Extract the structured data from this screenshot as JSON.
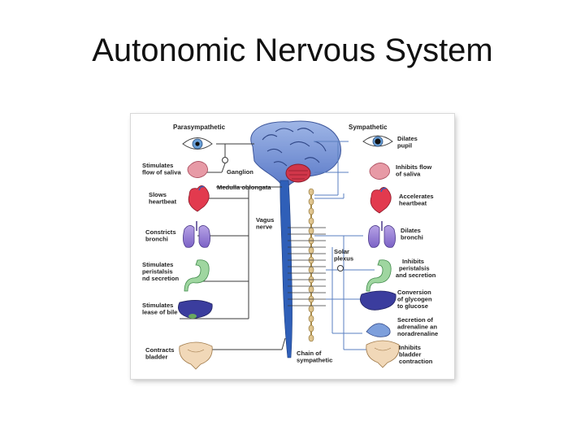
{
  "slide": {
    "title": "Autonomic Nervous System"
  },
  "diagram": {
    "header_left": "Parasympathetic",
    "header_right": "Sympathetic",
    "center": {
      "ganglion": "Ganglion",
      "medulla": "Medulla oblongata",
      "vagus": [
        "Vagus",
        "nerve"
      ],
      "solar": [
        "Solar",
        "plexus"
      ],
      "chain": [
        "Chain of",
        "sympathetic"
      ]
    },
    "left_labels": [
      [
        "Stimulates",
        "flow of saliva"
      ],
      [
        "Slows",
        "heartbeat"
      ],
      [
        "Constricts",
        "bronchi"
      ],
      [
        "Stimulates",
        "peristalsis",
        "nd secretion"
      ],
      [
        "Stimulates",
        "lease of bile"
      ],
      [
        "Contracts",
        "bladder"
      ]
    ],
    "right_labels": [
      [
        "Dilates",
        "pupil"
      ],
      [
        "Inhibits flow",
        "of saliva"
      ],
      [
        "Accelerates",
        "heartbeat"
      ],
      [
        "Dilates",
        "bronchi"
      ],
      [
        "Inhibits",
        "peristalsis",
        "and secretion"
      ],
      [
        "Conversion",
        "of glycogen",
        "to glucose"
      ],
      [
        "Secretion of",
        "adrenaline an",
        "noradrenaline"
      ],
      [
        "Inhibits",
        "bladder",
        "contraction"
      ]
    ],
    "icons": [
      "eye-icon",
      "salivary-gland-icon",
      "heart-icon",
      "lungs-icon",
      "stomach-icon",
      "liver-icon",
      "adrenal-gland-icon",
      "bladder-icon",
      "brain-icon",
      "spinal-cord-icon"
    ],
    "colors": {
      "nerve_line": "#3a3a3a",
      "sympathetic_line": "#5a7fc0",
      "spinal_cord": "#2f5fb8",
      "chain_ganglia": "#e0c58f"
    }
  }
}
